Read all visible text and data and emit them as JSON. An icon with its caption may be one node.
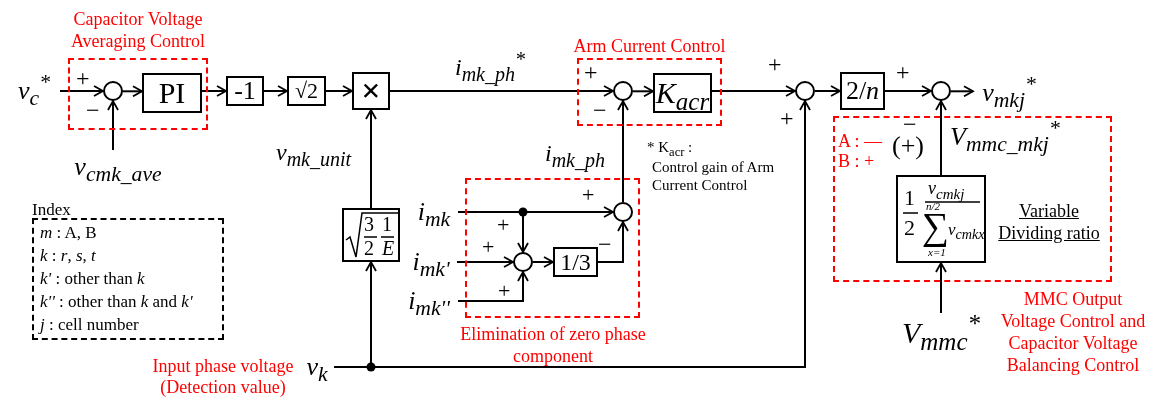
{
  "diagram": {
    "nodes": [
      {
        "text": [
          "v$_{c}$$^{*}$"
        ]
      },
      {
        "text": [
          "Capacitor Voltage Averaging Control"
        ]
      },
      {
        "text": [],
        "shape": "circle",
        "in": 1
      },
      {
        "text": [
          "PI"
        ],
        "in": 1
      },
      {
        "text": [
          "v$_{cmk_ave}$"
        ]
      },
      {
        "text": [
          "-1"
        ]
      },
      {
        "text": [
          "√2"
        ]
      },
      {
        "text": [
          "×"
        ]
      },
      {
        "text": [
          "Arm Current Control"
        ]
      },
      {
        "text": [],
        "shape": "circle",
        "in": 8
      },
      {
        "text": [
          "K$_{acr}$"
        ],
        "in": 8
      },
      {
        "text": [],
        "shape": "circle"
      },
      {
        "text": [
          "2/*n*"
        ]
      },
      {
        "text": [],
        "shape": "circle"
      },
      {
        "text": [
          "v$_{mkj}$$^{*}$"
        ]
      },
      {
        "text": [
          "MMC Output Voltage Control and Capacitor Voltage Balancing Control"
        ]
      },
      {
        "text": [
          "1",
          "2",
          "v$_{cmkj}$",
          "n/2",
          "∑",
          "v$_{cmkx}$",
          "x=1"
        ],
        "in": 15,
        "beside": [
          "Variable Dividing ratio"
        ]
      },
      {
        "text": [
          "V$_{mmc}$$^{*}$"
        ]
      },
      {
        "text": [
          "3",
          "2",
          "1",
          "E"
        ]
      },
      {
        "text": [
          "v$_{k}$"
        ],
        "beside": [
          "Input phase voltage (Detection value)"
        ]
      },
      {
        "text": [
          "Elimination of zero phase component"
        ]
      },
      {
        "text": [
          "i$_{mk}$"
        ]
      },
      {
        "text": [
          "i$_{mk'}$"
        ]
      },
      {
        "text": [
          "i$_{mk''}$"
        ]
      },
      {
        "text": [],
        "shape": "circle",
        "in": 20
      },
      {
        "text": [
          "1/3"
        ],
        "in": 20
      },
      {
        "text": [],
        "shape": "circle",
        "in": 20
      },
      {
        "text": [
          "Index",
          "*m* : A, B",
          "*k* : *r*, *s*, *t*",
          "*k'* : other than *k*",
          "*k''* : other than *k* and *k'*",
          "*j* : cell number"
        ]
      }
    ],
    "edges": [
      {
        "from": 0,
        "to": 2,
        "arrow": "to"
      },
      {
        "from": 4,
        "to": 2,
        "arrow": "to"
      },
      {
        "from": 2,
        "to": 3,
        "arrow": "to"
      },
      {
        "from": 3,
        "to": 5,
        "arrow": "to"
      },
      {
        "from": 5,
        "to": 6,
        "arrow": "to"
      },
      {
        "from": 6,
        "to": 7,
        "arrow": "to"
      },
      {
        "from": 7,
        "to": 9,
        "arrow": "to",
        "label": "i$_{mk_ph}$$^{*}$"
      },
      {
        "from": 9,
        "to": 10,
        "arrow": "to"
      },
      {
        "from": 10,
        "to": 11,
        "arrow": "to"
      },
      {
        "from": 11,
        "to": 12,
        "arrow": "to"
      },
      {
        "from": 12,
        "to": 13,
        "arrow": "to"
      },
      {
        "from": 13,
        "to": 14,
        "arrow": "to"
      },
      {
        "from": 16,
        "to": 13,
        "arrow": "to",
        "label": "V$_{mmc_mkj}$$^{*}$"
      },
      {
        "from": 17,
        "to": 16,
        "arrow": "to"
      },
      {
        "from": 18,
        "to": 7,
        "arrow": "to",
        "label": "v$_{mk_unit}$"
      },
      {
        "from": 19,
        "to": 18,
        "arrow": "to"
      },
      {
        "from": 19,
        "to": 11,
        "arrow": "to"
      },
      {
        "from": 21,
        "to": 26,
        "arrow": "to"
      },
      {
        "from": 21,
        "to": 24,
        "arrow": "to"
      },
      {
        "from": 22,
        "to": 24,
        "arrow": "to"
      },
      {
        "from": 23,
        "to": 24,
        "arrow": "to"
      },
      {
        "from": 24,
        "to": 25,
        "arrow": "to"
      },
      {
        "from": 25,
        "to": 26,
        "arrow": "to"
      },
      {
        "from": 26,
        "to": 9,
        "arrow": "to",
        "label": "i$_{mk_ph}$"
      }
    ],
    "labels": [
      "+",
      "−",
      "+",
      "+",
      "+",
      "−",
      "+",
      "−",
      "A : —",
      "(+)",
      "B : +",
      "* K$_{acr}$ :",
      "Control gain of Arm Current Control",
      "+",
      "+",
      "−",
      "+",
      "+"
    ]
  }
}
